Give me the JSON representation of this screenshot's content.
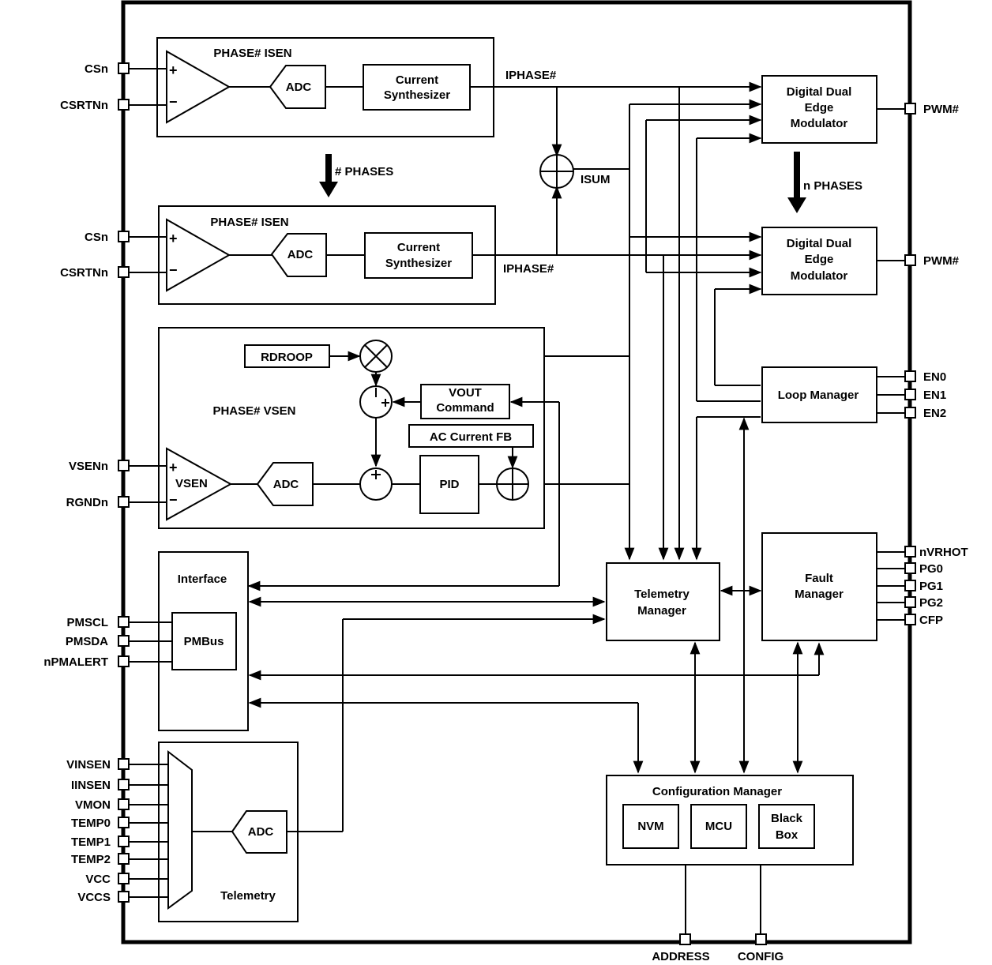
{
  "left_pins": {
    "csn_1": "CSn",
    "csrtnn_1": "CSRTNn",
    "csn_2": "CSn",
    "csrtnn_2": "CSRTNn",
    "vsenn": "VSENn",
    "rgndn": "RGNDn",
    "pmscl": "PMSCL",
    "pmsda": "PMSDA",
    "npmalert": "nPMALERT",
    "vinsen": "VINSEN",
    "iinsen": "IINSEN",
    "vmon": "VMON",
    "temp0": "TEMP0",
    "temp1": "TEMP1",
    "temp2": "TEMP2",
    "vcc": "VCC",
    "vccs": "VCCS"
  },
  "right_pins": {
    "pwm_1": "PWM#",
    "pwm_2": "PWM#",
    "en0": "EN0",
    "en1": "EN1",
    "en2": "EN2",
    "nvrhot": "nVRHOT",
    "pg0": "PG0",
    "pg1": "PG1",
    "pg2": "PG2",
    "cfp": "CFP"
  },
  "bottom_pins": {
    "address": "ADDRESS",
    "config": "CONFIG"
  },
  "isen_1": {
    "title": "PHASE# ISEN",
    "plus": "+",
    "minus": "−",
    "adc": "ADC",
    "synth_line1": "Current",
    "synth_line2": "Synthesizer"
  },
  "isen_2": {
    "title": "PHASE# ISEN",
    "plus": "+",
    "minus": "−",
    "adc": "ADC",
    "synth_line1": "Current",
    "synth_line2": "Synthesizer"
  },
  "phases_label": "# PHASES",
  "n_phases_label": "n PHASES",
  "iphase_1": "IPHASE#",
  "iphase_2": "IPHASE#",
  "isum": "ISUM",
  "ddem_1": {
    "line1": "Digital Dual",
    "line2": "Edge",
    "line3": "Modulator"
  },
  "ddem_2": {
    "line1": "Digital Dual",
    "line2": "Edge",
    "line3": "Modulator"
  },
  "vsen": {
    "title": "PHASE# VSEN",
    "rdroop": "RDROOP",
    "vout_line1": "VOUT",
    "vout_line2": "Command",
    "ac_fb": "AC Current FB",
    "pid": "PID",
    "adc": "ADC",
    "amp_label": "VSEN",
    "plus": "+",
    "minus": "−"
  },
  "loop_manager": "Loop Manager",
  "interface": {
    "title": "Interface",
    "pmbus": "PMBus"
  },
  "telemetry_manager": {
    "line1": "Telemetry",
    "line2": "Manager"
  },
  "fault_manager": {
    "line1": "Fault",
    "line2": "Manager"
  },
  "telemetry": {
    "title": "Telemetry",
    "adc": "ADC"
  },
  "config_manager": {
    "title": "Configuration Manager",
    "nvm": "NVM",
    "mcu": "MCU",
    "bb_line1": "Black",
    "bb_line2": "Box"
  }
}
